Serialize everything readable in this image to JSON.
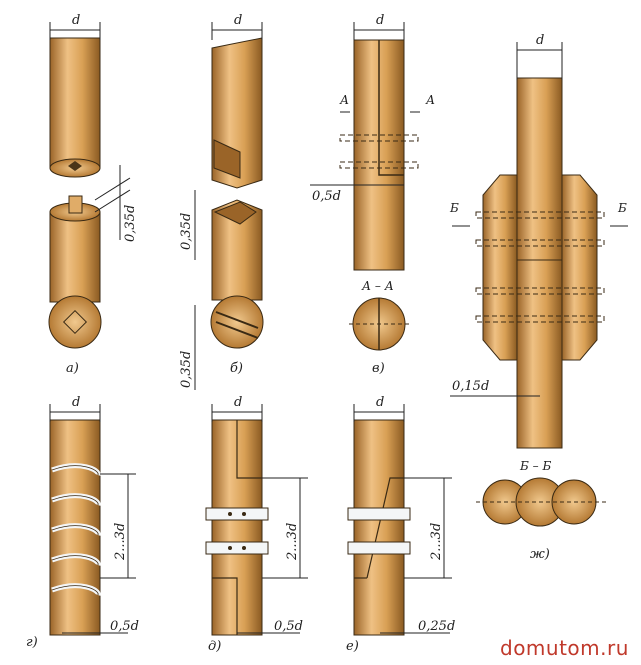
{
  "colors": {
    "wood": "#d9a055",
    "wood_dark": "#9a6428",
    "wood_light": "#efc184",
    "outline": "#3a2a14",
    "steel": "#e8ecef",
    "watermark": "#c0392b"
  },
  "labels": {
    "d": "d",
    "k035": "0,35d",
    "k05": "0,5d",
    "k015": "0,15d",
    "k025": "0,25d",
    "k23": "2...3d",
    "secAA": "А – А",
    "secBB": "Б – Б",
    "A": "А",
    "B": "Б",
    "capA": "а)",
    "capB": "б)",
    "capV": "в)",
    "capG": "г)",
    "capD": "д)",
    "capE": "е)",
    "capZh": "ж)"
  },
  "watermark": "domutom.ru"
}
